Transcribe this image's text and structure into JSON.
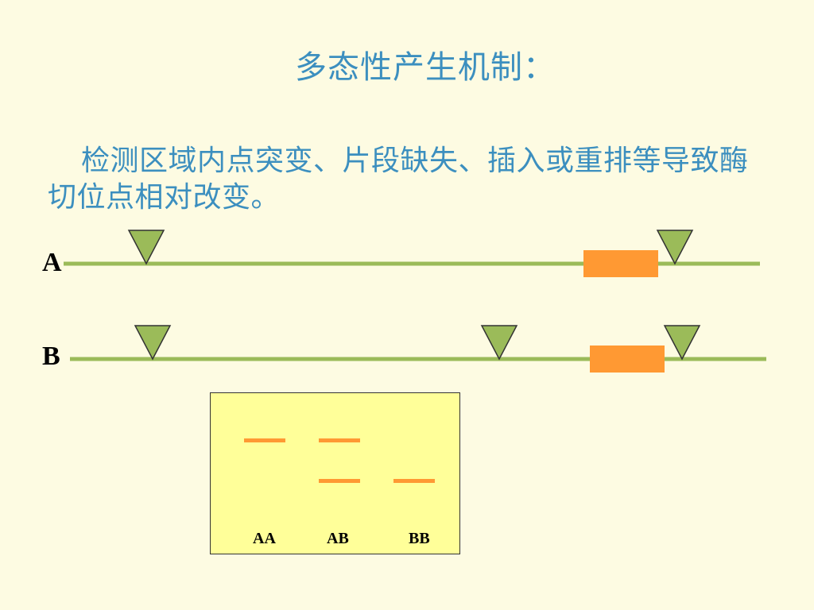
{
  "slide": {
    "title": "多态性产生机制：",
    "body": "检测区域内点突变、片段缺失、插入或重排等导致酶切位点相对改变。"
  },
  "alleles": [
    {
      "label": "A"
    },
    {
      "label": "B"
    }
  ],
  "gel": {
    "lanes": [
      "AA",
      "AB",
      "BB"
    ]
  },
  "colors": {
    "text": "#3C8FBF",
    "dna_line": "#9BBB59",
    "site_marker": "#9BBB59",
    "insert_block": "#FF9933",
    "gel_bg": "#FFFF99",
    "band": "#FF9933",
    "background": "#FDFBE2"
  }
}
